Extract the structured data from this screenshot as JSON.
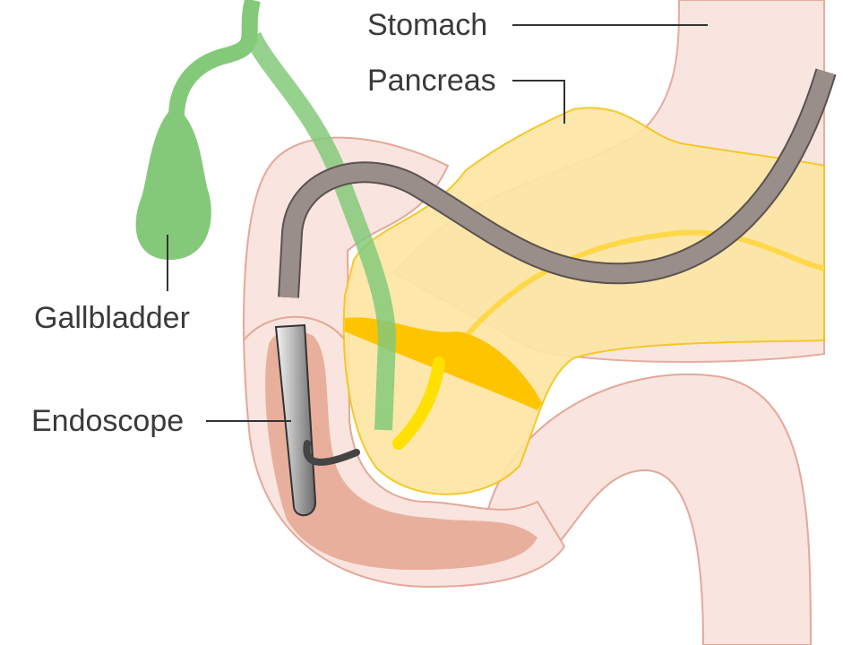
{
  "labels": {
    "stomach": "Stomach",
    "pancreas": "Pancreas",
    "gallbladder": "Gallbladder",
    "endoscope": "Endoscope"
  },
  "colors": {
    "organ_fill": "#f9e4df",
    "organ_stroke": "#e4a898",
    "duodenum_lining": "#e8b09c",
    "pancreas_fill": "#fde6a4",
    "pancreas_stroke": "#f5c518",
    "bile_duct": "#84c97a",
    "pancreatic_duct": "#ffe000",
    "duct_band": "#ffc400",
    "endoscope_tube": "#9a8e8a",
    "endoscope_tip": "#c8c8c8",
    "leader_line": "#333333"
  }
}
